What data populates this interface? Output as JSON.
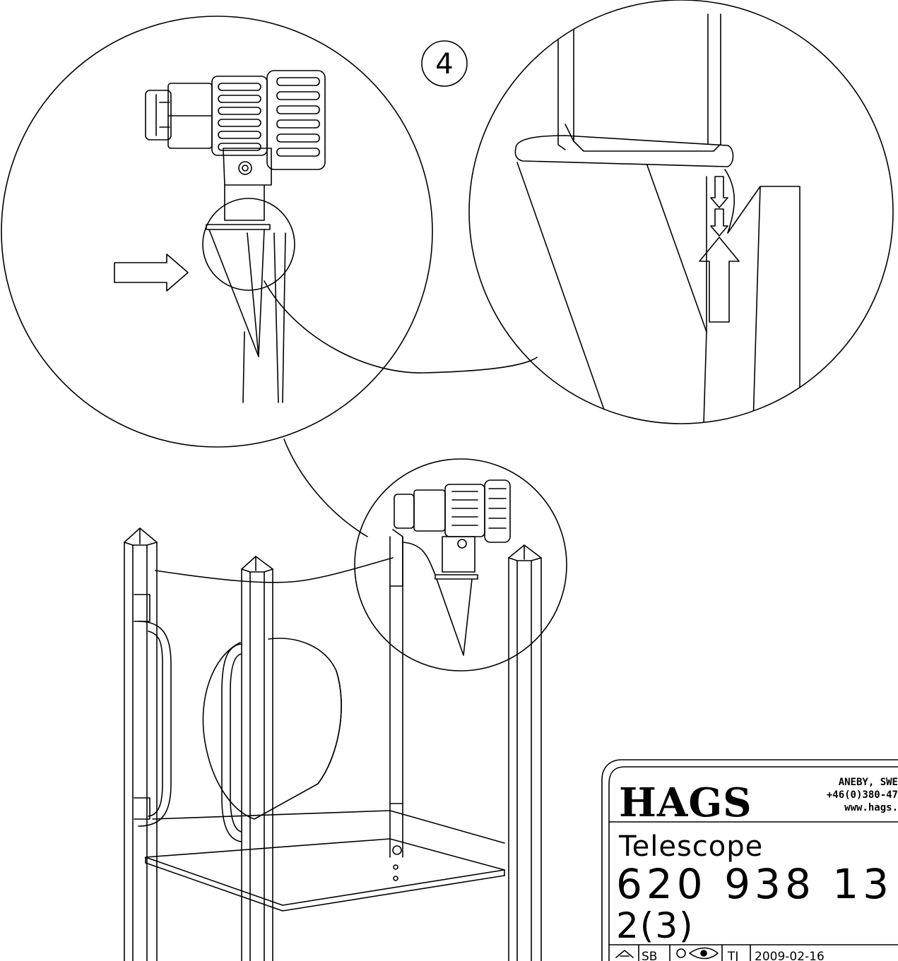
{
  "step_number": "4",
  "title_block": {
    "brand": "HAGS",
    "address": "ANEBY, SWE",
    "phone": "+46(0)380-47",
    "website": "www.hags.",
    "product_name": "Telescope",
    "product_number": "620 938 13",
    "sheet": "2(3)",
    "drawn_by": "SB",
    "checked_by": "TJ",
    "date": "2009-02-16"
  }
}
